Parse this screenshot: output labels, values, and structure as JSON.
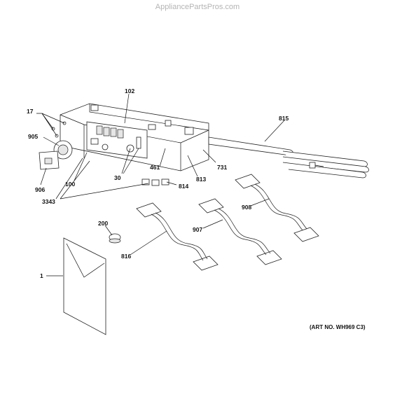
{
  "watermark": "AppliancePartsPros.com",
  "art_number": "(ART NO. WH969 C3)",
  "callouts": {
    "c1": "1",
    "c17": "17",
    "c30": "30",
    "c100": "100",
    "c102": "102",
    "c200": "200",
    "c461": "461",
    "c731": "731",
    "c813": "813",
    "c814": "814",
    "c815": "815",
    "c816": "816",
    "c905": "905",
    "c906": "906",
    "c907": "907",
    "c908": "908",
    "c3343": "3343"
  }
}
